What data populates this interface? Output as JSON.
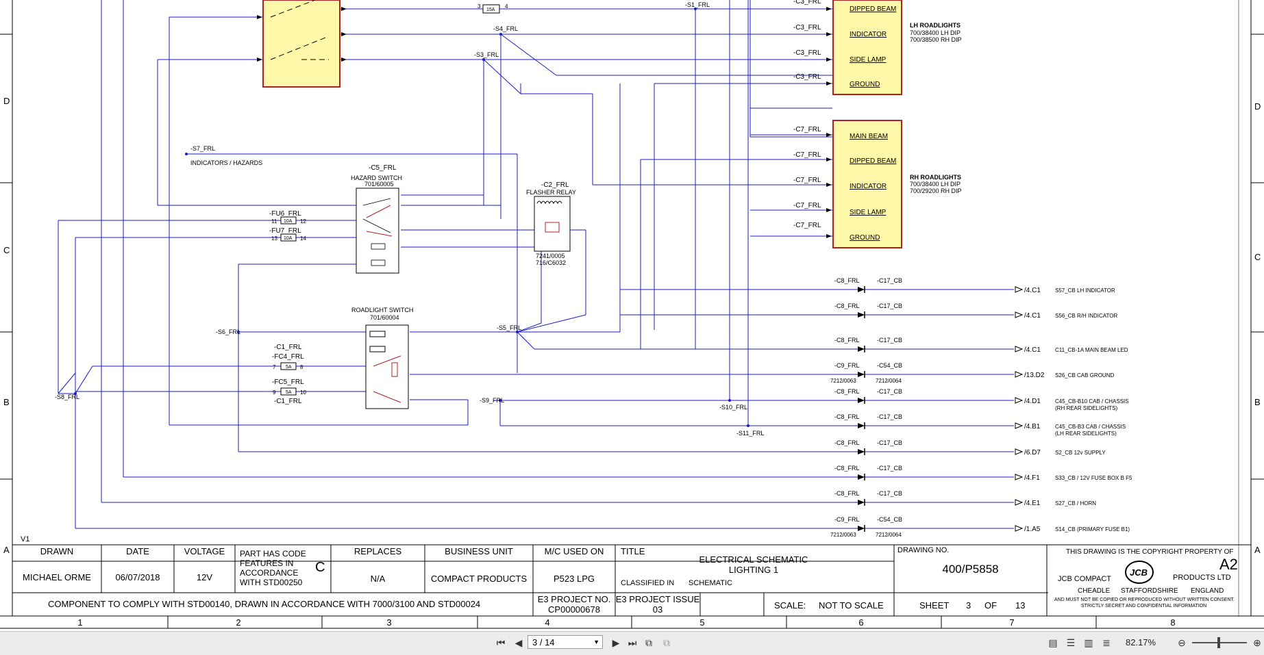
{
  "grid": {
    "rows": [
      "D",
      "C",
      "B",
      "A"
    ],
    "cols": [
      "1",
      "2",
      "3",
      "4",
      "5",
      "6",
      "7",
      "8"
    ]
  },
  "components": {
    "c5": {
      "ref": "-C5_FRL",
      "name": "HAZARD SWITCH",
      "part": "701/60005"
    },
    "c2": {
      "ref": "-C2_FRL",
      "name": "FLASHER RELAY",
      "part1": "7241/0005",
      "part2": "716/C6032"
    },
    "roadlight_switch": {
      "name": "ROADLIGHT SWITCH",
      "part": "701/60004"
    },
    "fu6": {
      "ref": "-FU6_FRL",
      "rating": "10A",
      "pin_in": "11",
      "pin_out": "12"
    },
    "fu7": {
      "ref": "-FU7_FRL",
      "rating": "10A",
      "pin_in": "13",
      "pin_out": "14"
    },
    "fc4": {
      "ref_top": "-C1_FRL",
      "ref": "-FC4_FRL",
      "rating": "5A",
      "pin_in": "7",
      "pin_out": "8"
    },
    "fc5": {
      "ref": "-FC5_FRL",
      "ref_bottom": "-C1_FRL",
      "rating": "5A",
      "pin_in": "9",
      "pin_out": "10"
    },
    "fuse15": {
      "rating": "15A",
      "pin_in": "3",
      "pin_out": "4"
    },
    "lh_group": {
      "title": "LH ROADLIGHTS",
      "part1": "700/38400 LH DIP",
      "part2": "700/38500 RH DIP",
      "items": [
        {
          "conn": "-C3_FRL",
          "label": "DIPPED BEAM"
        },
        {
          "conn": "-C3_FRL",
          "label": "INDICATOR"
        },
        {
          "conn": "-C3_FRL",
          "label": "SIDE LAMP"
        },
        {
          "conn": "-C3_FRL",
          "label": "GROUND"
        }
      ]
    },
    "rh_group": {
      "title": "RH ROADLIGHTS",
      "part1": "700/38400 LH DIP",
      "part2": "700/29200 RH DIP",
      "items": [
        {
          "conn": "-C7_FRL",
          "label": "MAIN BEAM"
        },
        {
          "conn": "-C7_FRL",
          "label": "DIPPED BEAM"
        },
        {
          "conn": "-C7_FRL",
          "label": "INDICATOR"
        },
        {
          "conn": "-C7_FRL",
          "label": "SIDE LAMP"
        },
        {
          "conn": "-C7_FRL",
          "label": "GROUND"
        }
      ]
    }
  },
  "nodes": {
    "s1": "-S1_FRL",
    "s3": "-S3_FRL",
    "s4": "-S4_FRL",
    "s5": "-S5_FRL",
    "s6": "-S6_FRL",
    "s7": "-S7_FRL",
    "s8": "-S8_FRL",
    "s9": "-S9_FRL",
    "s10": "-S10_FRL",
    "s11": "-S11_FRL",
    "indicators_note": "INDICATORS / HAZARDS"
  },
  "connectors": [
    {
      "c1": "-C8_FRL",
      "c2": "-C17_CB",
      "ref": "/4.C1",
      "desc": "S57_CB LH INDICATOR"
    },
    {
      "c1": "-C8_FRL",
      "c2": "-C17_CB",
      "ref": "/4.C1",
      "desc": "S56_CB R/H INDICATOR"
    },
    {
      "c1": "-C8_FRL",
      "c2": "-C17_CB",
      "ref": "/4.C1",
      "desc": "C11_CB-1A MAIN BEAM LED"
    },
    {
      "c1": "-C9_FRL",
      "c2": "-C54_CB",
      "p1": "7212/0063",
      "p2": "7212/0064",
      "ref": "/13.D2",
      "desc": "S26_CB CAB GROUND"
    },
    {
      "c1": "-C8_FRL",
      "c2": "-C17_CB",
      "ref": "/4.D1",
      "desc": "C45_CB-B10 CAB / CHASSIS",
      "desc2": "(RH REAR SIDELIGHTS)"
    },
    {
      "c1": "-C8_FRL",
      "c2": "-C17_CB",
      "ref": "/4.B1",
      "desc": "C45_CB-B3 CAB / CHASSIS",
      "desc2": "(LH REAR SIDELIGHTS)"
    },
    {
      "c1": "-C8_FRL",
      "c2": "-C17_CB",
      "ref": "/6.D7",
      "desc": "S2_CB 12v SUPPLY"
    },
    {
      "c1": "-C8_FRL",
      "c2": "-C17_CB",
      "ref": "/4.F1",
      "desc": "S33_CB / 12V FUSE BOX B F5"
    },
    {
      "c1": "-C8_FRL",
      "c2": "-C17_CB",
      "ref": "/4.E1",
      "desc": "S27_CB / HORN"
    },
    {
      "c1": "-C9_FRL",
      "c2": "-C54_CB",
      "p1": "7212/0063",
      "p2": "7212/0064",
      "ref": "/1.A5",
      "desc": "S14_CB (PRIMARY FUSE B1)"
    }
  ],
  "version": "V1",
  "title_block": {
    "drawn_h": "DRAWN",
    "drawn": "MICHAEL ORME",
    "date_h": "DATE",
    "date": "06/07/2018",
    "voltage_h": "VOLTAGE",
    "voltage": "12V",
    "part_code_lines": [
      "PART HAS CODE",
      "FEATURES IN",
      "ACCORDANCE",
      "WITH STD00250"
    ],
    "part_code_letter": "C",
    "replaces_h": "REPLACES",
    "replaces": "N/A",
    "bu_h": "BUSINESS UNIT",
    "bu": "COMPACT PRODUCTS",
    "mc_h": "M/C USED ON",
    "mc": "P523 LPG",
    "title_h": "TITLE",
    "title1": "ELECTRICAL SCHEMATIC",
    "title2": "LIGHTING 1",
    "classified_h": "CLASSIFIED IN",
    "classified": "SCHEMATIC",
    "drawing_h": "DRAWING NO.",
    "drawing_no": "400/P5858",
    "copyright1": "THIS DRAWING IS THE COPYRIGHT PROPERTY OF",
    "size": "A2",
    "company_left": "JCB COMPACT",
    "company_right": "PRODUCTS LTD",
    "logo_text": "JCB",
    "address": [
      "CHEADLE",
      "STAFFORDSHIRE",
      "ENGLAND"
    ],
    "notice1": "AND MUST NOT BE COPIED OR REPRODUCED WITHOUT WRITTEN CONSENT.",
    "notice2": "STRICTLY SECRET AND CONFIDENTIAL INFORMATION",
    "comply": "COMPONENT TO COMPLY WITH STD00140, DRAWN IN ACCORDANCE WITH 7000/3100 AND STD00024",
    "e3_no_h": "E3 PROJECT NO.",
    "e3_no": "CP00000678",
    "e3_issue_h": "E3 PROJECT ISSUE",
    "e3_issue": "03",
    "scale_h": "SCALE:",
    "scale": "NOT TO SCALE",
    "sheet_h": "SHEET",
    "sheet": "3",
    "of_h": "OF",
    "of": "13"
  },
  "viewer": {
    "page_value": "3 / 14",
    "zoom": "82.17%"
  },
  "colors": {
    "wire": "#1a1acc",
    "accent": "#c0392b",
    "box_fill": "#fff8a8",
    "box_border": "#b22222"
  }
}
